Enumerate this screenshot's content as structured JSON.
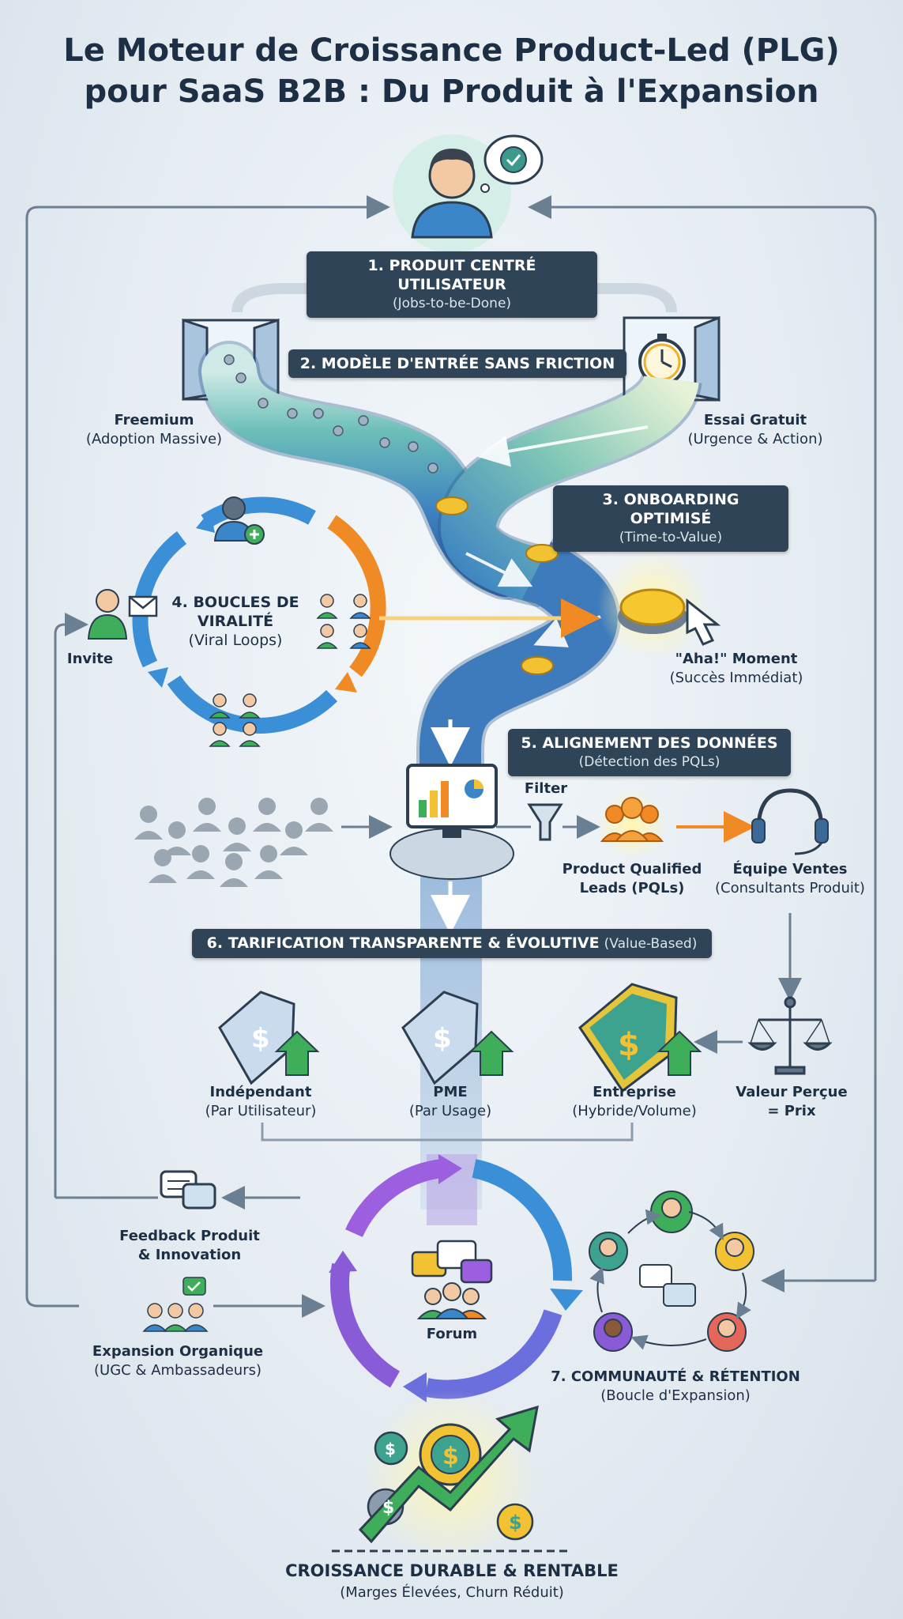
{
  "title_line1": "Le Moteur de Croissance Product-Led (PLG)",
  "title_line2": "pour SaaS B2B : Du Produit à l'Expansion",
  "steps": [
    {
      "title": "1. PRODUIT CENTRÉ UTILISATEUR",
      "subtitle": "(Jobs-to-be-Done)"
    },
    {
      "title": "2. MODÈLE D'ENTRÉE SANS FRICTION",
      "subtitle": ""
    },
    {
      "title": "3. ONBOARDING OPTIMISÉ",
      "subtitle": "(Time-to-Value)"
    },
    {
      "title_line1": "4. BOUCLES DE",
      "title_line2": "VIRALITÉ",
      "subtitle": "(Viral Loops)"
    },
    {
      "title": "5. ALIGNEMENT DES DONNÉES",
      "subtitle": "(Détection des PQLs)"
    },
    {
      "title": "6. TARIFICATION TRANSPARENTE & ÉVOLUTIVE",
      "subtitle": "(Value-Based)"
    },
    {
      "title": "7. COMMUNAUTÉ & RÉTENTION",
      "subtitle": "(Boucle d'Expansion)"
    }
  ],
  "entry": {
    "freemium": {
      "title": "Freemium",
      "subtitle": "(Adoption Massive)"
    },
    "trial": {
      "title": "Essai Gratuit",
      "subtitle": "(Urgence & Action)"
    }
  },
  "aha": {
    "title": "\"Aha!\" Moment",
    "subtitle": "(Succès Immédiat)"
  },
  "invite_label": "Invite",
  "filter_label": "Filter",
  "pql": {
    "title_line1": "Product Qualified",
    "title_line2": "Leads (PQLs)"
  },
  "sales": {
    "title": "Équipe Ventes",
    "subtitle": "(Consultants Produit)"
  },
  "value": {
    "line1": "Valeur Perçue",
    "line2": "= Prix"
  },
  "pricing_tiers": [
    {
      "title": "Indépendant",
      "subtitle": "(Par Utilisateur)"
    },
    {
      "title": "PME",
      "subtitle": "(Par Usage)"
    },
    {
      "title": "Entreprise",
      "subtitle": "(Hybride/Volume)"
    }
  ],
  "feedback": {
    "line1": "Feedback Produit",
    "line2": "& Innovation"
  },
  "expansion": {
    "title": "Expansion Organique",
    "subtitle": "(UGC & Ambassadeurs)"
  },
  "forum_label": "Forum",
  "outcome": {
    "title": "CROISSANCE DURABLE & RENTABLE",
    "subtitle": "(Marges Élevées, Churn Réduit)"
  },
  "icons": [
    "user-avatar-icon",
    "gear-check-icon",
    "door-icon",
    "stopwatch-icon",
    "coin-icon",
    "button-click-icon",
    "envelope-icon",
    "monitor-chart-icon",
    "funnel-icon",
    "headset-icon",
    "price-tag-icon",
    "up-arrow-icon",
    "balance-scale-icon",
    "chat-bubbles-icon",
    "forum-icon",
    "growth-chart-icon"
  ],
  "colors": {
    "dark_banner": "#2f4456",
    "road_teal": "#5fb9b4",
    "road_blue": "#3e7bbd",
    "orange": "#f08a24",
    "purple": "#8a5bd6",
    "gold": "#f3c232",
    "green": "#3fae5a"
  }
}
